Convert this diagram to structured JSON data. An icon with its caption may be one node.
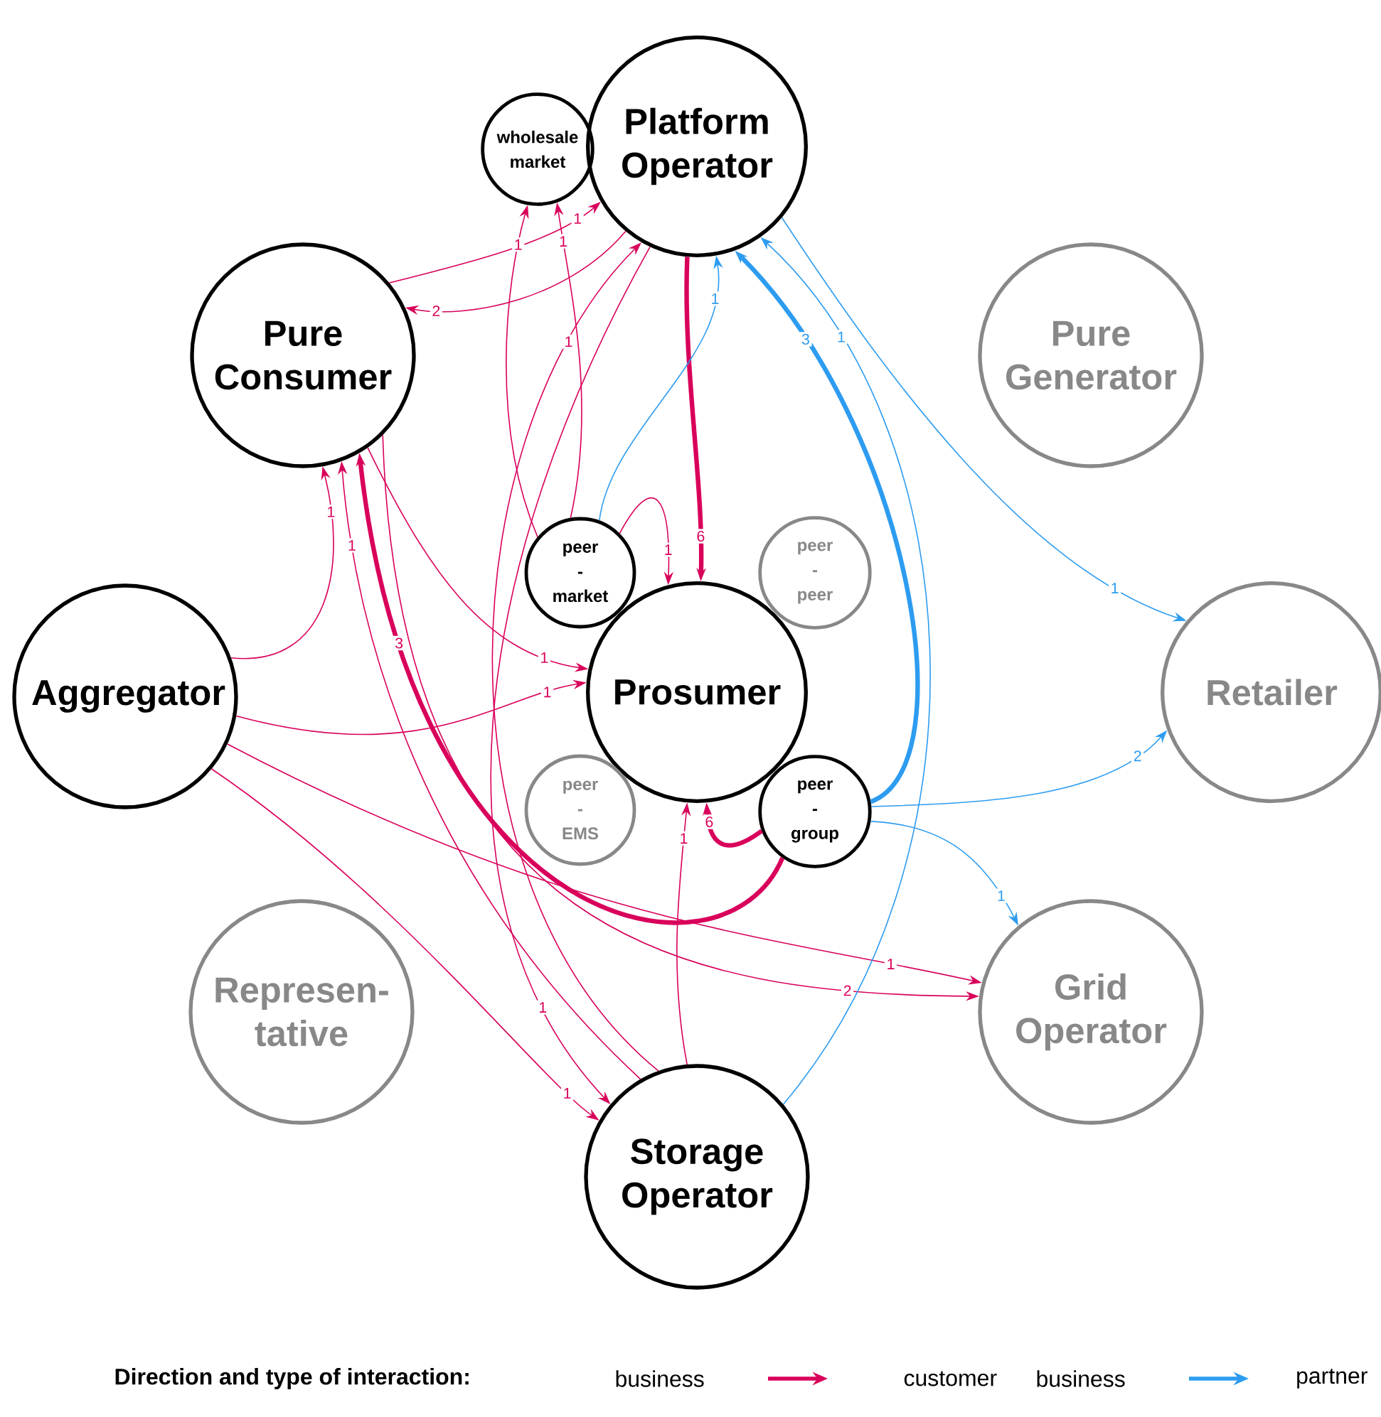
{
  "diagram": {
    "nodes": [
      {
        "text": [
          "Platform Operator"
        ]
      },
      {
        "text": [
          "wholesale market"
        ]
      },
      {
        "text": [
          "Pure Consumer"
        ]
      },
      {
        "text": [
          "Pure Generator"
        ]
      },
      {
        "text": [
          "peer - market"
        ]
      },
      {
        "text": [
          "peer - peer"
        ]
      },
      {
        "text": [
          "Aggregator"
        ]
      },
      {
        "text": [
          "Prosumer"
        ]
      },
      {
        "text": [
          "Retailer"
        ]
      },
      {
        "text": [
          "peer - EMS"
        ]
      },
      {
        "text": [
          "peer - group"
        ]
      },
      {
        "text": [
          "Represen- tative"
        ]
      },
      {
        "text": [
          "Grid Operator"
        ]
      },
      {
        "text": [
          "Storage Operator"
        ]
      }
    ],
    "edges": [
      {
        "from": 0,
        "to": 2,
        "arrow": "to",
        "label": "2"
      },
      {
        "from": 2,
        "to": 0,
        "arrow": "to",
        "label": "1"
      },
      {
        "from": 4,
        "to": 1,
        "arrow": "to",
        "label": "1"
      },
      {
        "from": 4,
        "to": 1,
        "arrow": "to",
        "label": "1"
      },
      {
        "from": 0,
        "to": 7,
        "arrow": "to",
        "label": "6",
        "style": "thick"
      },
      {
        "from": 4,
        "to": 7,
        "arrow": "to",
        "label": "1"
      },
      {
        "from": 10,
        "to": 7,
        "arrow": "to",
        "label": "6",
        "style": "thick"
      },
      {
        "from": 13,
        "to": 7,
        "arrow": "to",
        "label": "1"
      },
      {
        "from": 6,
        "to": 7,
        "arrow": "to",
        "label": "1"
      },
      {
        "from": 2,
        "to": 7,
        "arrow": "to",
        "label": "1"
      },
      {
        "from": 6,
        "to": 2,
        "arrow": "to",
        "label": "1"
      },
      {
        "from": 13,
        "to": 2,
        "arrow": "to",
        "label": "1"
      },
      {
        "from": 10,
        "to": 2,
        "arrow": "to",
        "label": "3",
        "style": "thick"
      },
      {
        "from": 13,
        "to": 0,
        "arrow": "to",
        "label": "1"
      },
      {
        "from": 6,
        "to": 13,
        "arrow": "to",
        "label": "1"
      },
      {
        "from": 0,
        "to": 13,
        "arrow": "to",
        "label": "1"
      },
      {
        "from": 6,
        "to": 12,
        "arrow": "to",
        "label": "1"
      },
      {
        "from": 2,
        "to": 12,
        "arrow": "to",
        "label": "2"
      },
      {
        "from": 4,
        "to": 0,
        "arrow": "to",
        "label": "1",
        "color": "#2d9cf0"
      },
      {
        "from": 10,
        "to": 0,
        "arrow": "to",
        "label": "3",
        "style": "thick",
        "color": "#2d9cf0"
      },
      {
        "from": 13,
        "to": 0,
        "arrow": "to",
        "label": "1",
        "color": "#2d9cf0"
      },
      {
        "from": 0,
        "to": 8,
        "arrow": "to",
        "label": "1",
        "color": "#2d9cf0"
      },
      {
        "from": 10,
        "to": 8,
        "arrow": "to",
        "label": "2",
        "color": "#2d9cf0"
      },
      {
        "from": 10,
        "to": 12,
        "arrow": "to",
        "label": "1",
        "color": "#2d9cf0"
      }
    ],
    "labels": [
      "Direction and type of interaction:",
      "business",
      "customer",
      "business",
      "partner"
    ]
  }
}
